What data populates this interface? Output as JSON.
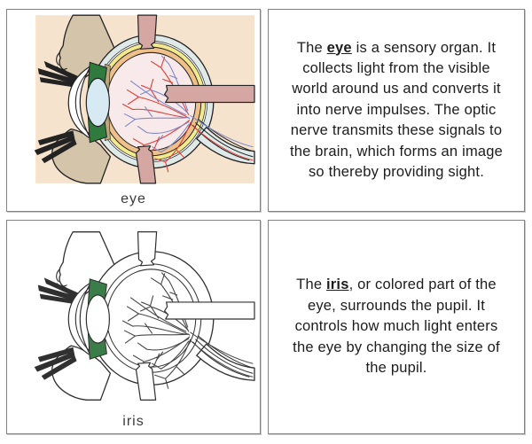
{
  "sheet": {
    "description": "eye nomenclature cards, 2x2 grid",
    "card_border_color": "#828282"
  },
  "cards": {
    "eye_picture": {
      "label": "eye"
    },
    "eye_definition": {
      "prefix": "The ",
      "term": "eye",
      "suffix": " is a sensory organ. It collects light from the visible world around us and converts it into nerve impulses. The optic nerve transmits these signals to the brain, which forms an image so thereby providing sight."
    },
    "iris_picture": {
      "label": "iris"
    },
    "iris_definition": {
      "prefix": "The ",
      "term": "iris",
      "suffix": ", or colored part of the eye, surrounds the pupil. It controls how much light enters the eye by changing the size of the pupil."
    }
  },
  "illustration_palette": {
    "background_peach": "#f5e3cd",
    "skin_tan": "#d3c4aa",
    "iris_green": "#2f7a3d",
    "lens_blue": "#d7eaf3",
    "sclera_blue_grey": "#dfeae8",
    "retina_yellow": "#f2e98e",
    "choroid_orange": "#efc08a",
    "vitreous_pink": "#f8eaea",
    "muscle_pink": "#d5a7a3",
    "vessel_red": "#df4036",
    "vessel_blue": "#8089c8"
  }
}
